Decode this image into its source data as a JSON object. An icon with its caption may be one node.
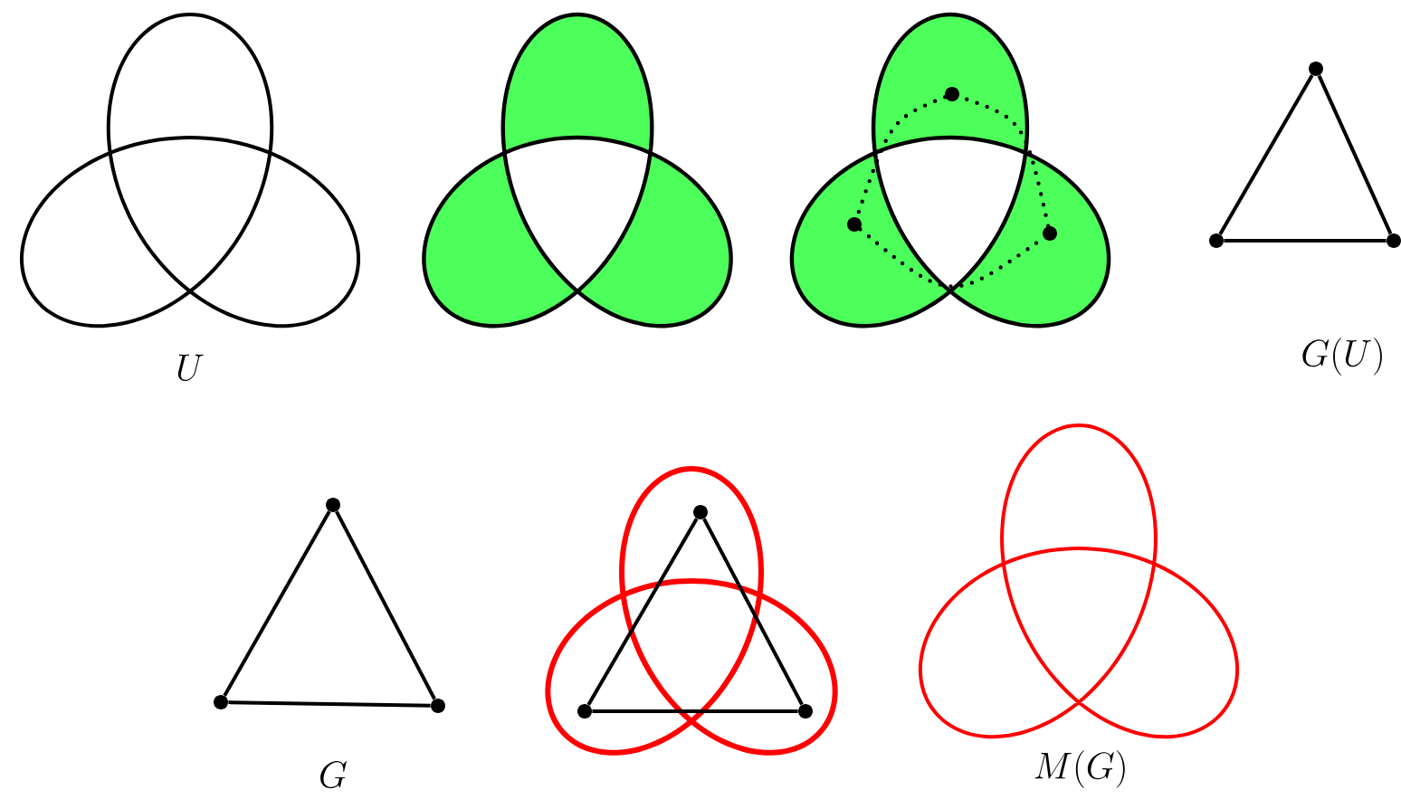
{
  "diagram": {
    "nodes": [
      {
        "text": [],
        "shape": "circle"
      },
      {
        "text": [],
        "shape": "circle"
      },
      {
        "text": [],
        "shape": "circle"
      },
      {
        "text": [],
        "shape": "circle"
      },
      {
        "text": [],
        "shape": "circle"
      },
      {
        "text": [],
        "shape": "circle"
      },
      {
        "text": [],
        "shape": "circle"
      },
      {
        "text": [],
        "shape": "circle"
      },
      {
        "text": [],
        "shape": "circle"
      },
      {
        "text": [],
        "shape": "circle"
      },
      {
        "text": [],
        "shape": "circle"
      },
      {
        "text": [],
        "shape": "circle"
      }
    ],
    "edges": [
      {
        "from": 0,
        "to": 1,
        "arrow": "none",
        "style": "dashed"
      },
      {
        "from": 1,
        "to": 2,
        "arrow": "none",
        "style": "dashed"
      },
      {
        "from": 2,
        "to": 0,
        "arrow": "none",
        "style": "dashed"
      },
      {
        "from": 3,
        "to": 4,
        "arrow": "none"
      },
      {
        "from": 4,
        "to": 5,
        "arrow": "none"
      },
      {
        "from": 5,
        "to": 3,
        "arrow": "none"
      },
      {
        "from": 6,
        "to": 7,
        "arrow": "none"
      },
      {
        "from": 7,
        "to": 8,
        "arrow": "none"
      },
      {
        "from": 8,
        "to": 6,
        "arrow": "none"
      },
      {
        "from": 9,
        "to": 10,
        "arrow": "none"
      },
      {
        "from": 10,
        "to": 11,
        "arrow": "none"
      },
      {
        "from": 11,
        "to": 9,
        "arrow": "none"
      }
    ],
    "labels": [
      "U",
      "G(U)",
      "G",
      "M(G)"
    ]
  }
}
